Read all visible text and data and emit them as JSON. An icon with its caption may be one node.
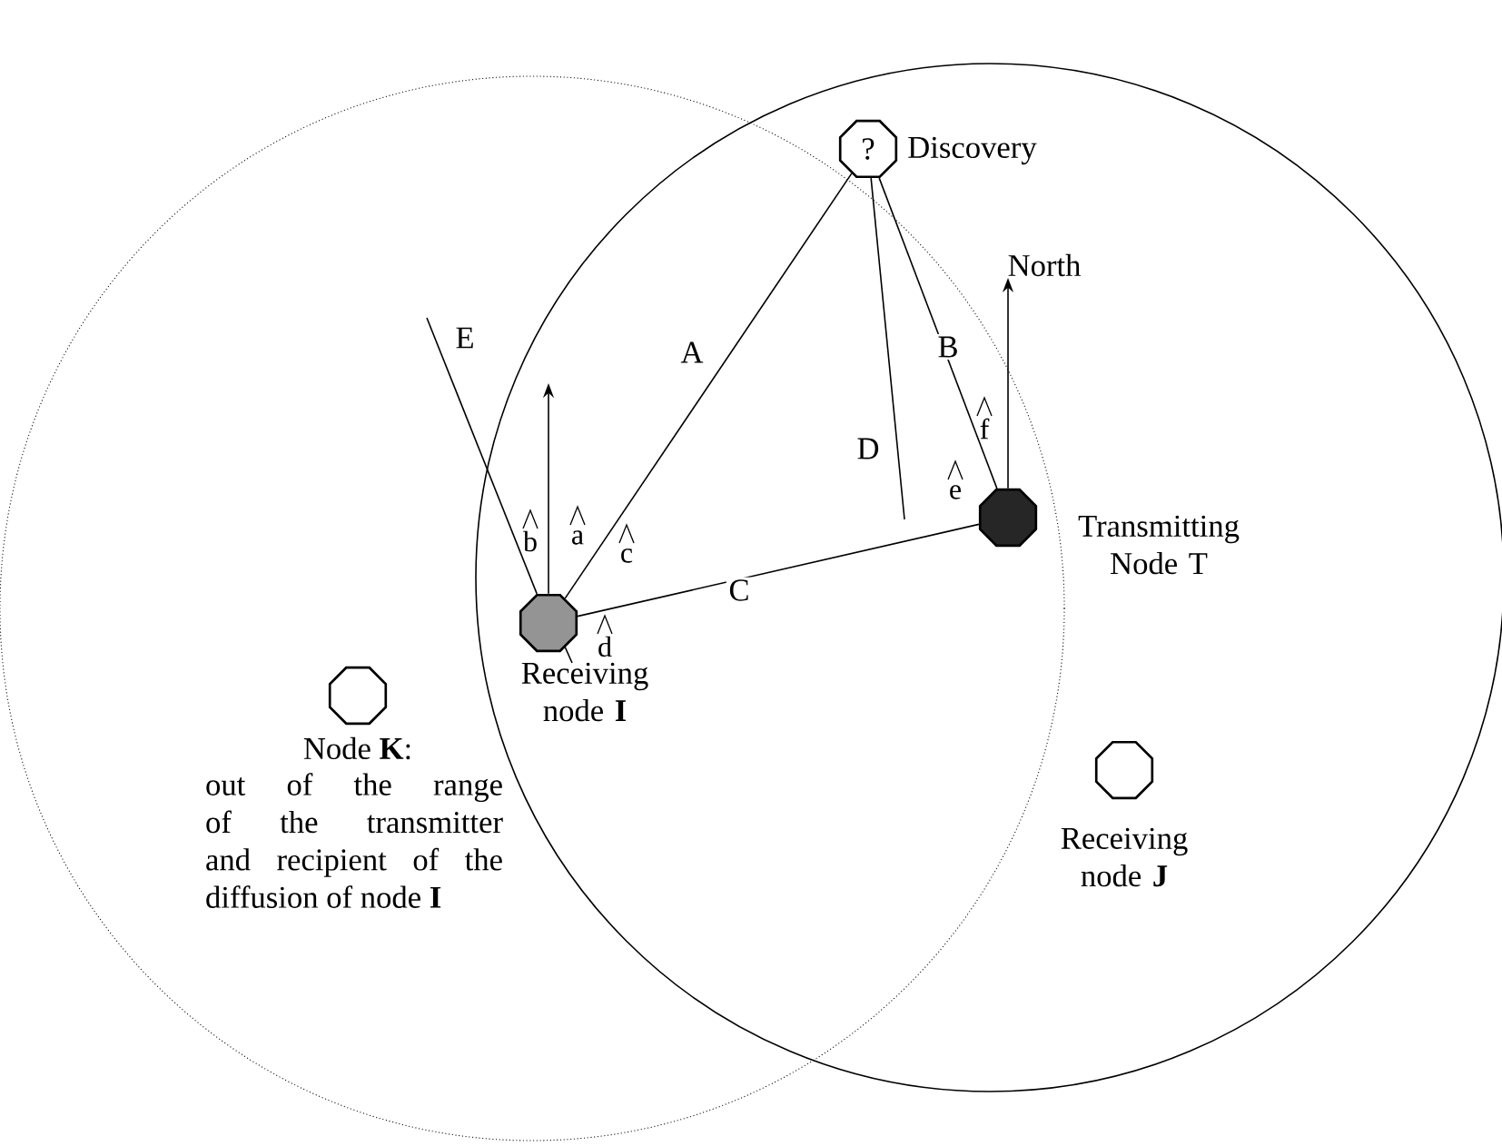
{
  "diagram": {
    "nodes": [
      {
        "text": [
          "?"
        ],
        "beside": [
          "Discovery"
        ]
      },
      {
        "text": [],
        "shape": "octagon",
        "beside": [
          "Transmitting Node T"
        ]
      },
      {
        "text": [],
        "shape": "octagon",
        "beside": [
          "Receiving node **I**"
        ]
      },
      {
        "text": [],
        "shape": "octagon",
        "beside": [
          "Node **K**:",
          "out of the range of the transmitter and recipient of the diffusion of node **I**"
        ]
      },
      {
        "text": [],
        "shape": "octagon",
        "beside": [
          "Receiving node **J**"
        ]
      }
    ],
    "edges": [
      {
        "from": 0,
        "to": 2,
        "arrow": "none",
        "label": "A"
      },
      {
        "from": 0,
        "to": 1,
        "arrow": "none",
        "label": "B"
      },
      {
        "from": 2,
        "to": 1,
        "arrow": "none",
        "label": "C"
      },
      {
        "from": 0,
        "to": null,
        "arrow": "none",
        "label": "D"
      },
      {
        "from": 2,
        "to": null,
        "arrow": "none",
        "label": "E"
      }
    ],
    "labels": [
      "North",
      "b",
      "a",
      "c",
      "d",
      "e",
      "f"
    ]
  }
}
